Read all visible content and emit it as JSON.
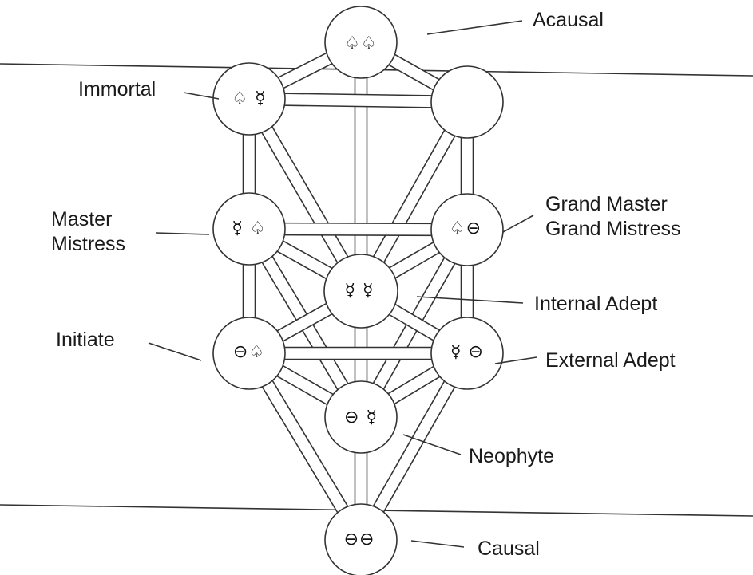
{
  "labels": {
    "acausal": "Acausal",
    "immortal": "Immortal",
    "master": "Master",
    "mistress": "Mistress",
    "grand_master": "Grand Master",
    "grand_mistress": "Grand Mistress",
    "internal_adept": "Internal Adept",
    "initiate": "Initiate",
    "external_adept": "External Adept",
    "neophyte": "Neophyte",
    "causal": "Causal"
  },
  "spheres": {
    "acausal": "♤♤",
    "immortal": "♤ ☿",
    "master_mistress": "☿ ♤",
    "grand_master": "♤⊖",
    "internal_adept": "☿ ☿",
    "initiate": "⊖♤",
    "external_adept": "☿ ⊖",
    "neophyte": "⊖ ☿",
    "causal": "⊖⊖"
  },
  "colors": {
    "ink": "#1a1a1a",
    "background": "#ffffff"
  }
}
